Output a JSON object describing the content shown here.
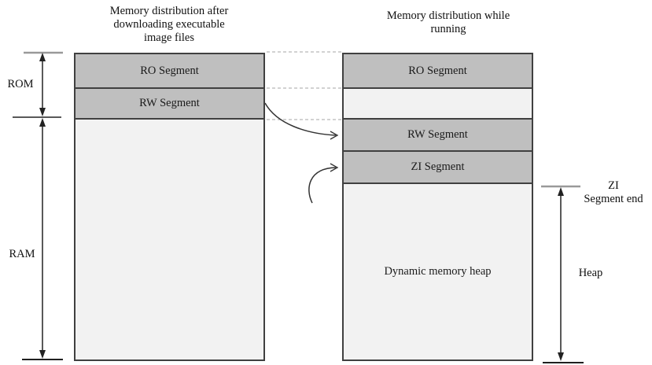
{
  "left_column": {
    "title_lines": [
      "Memory distribution after",
      "downloading executable",
      "image files"
    ],
    "segments": [
      {
        "label": "RO Segment"
      },
      {
        "label": "RW Segment"
      },
      {
        "label": ""
      }
    ]
  },
  "right_column": {
    "title_lines": [
      "Memory distribution while",
      "running"
    ],
    "segments": [
      {
        "label": "RO Segment"
      },
      {
        "label": ""
      },
      {
        "label": "RW Segment"
      },
      {
        "label": "ZI Segment"
      },
      {
        "label": "Dynamic memory heap"
      }
    ]
  },
  "side_labels": {
    "rom": "ROM",
    "ram": "RAM",
    "zi_end_line1": "ZI",
    "zi_end_line2": "Segment end",
    "heap": "Heap"
  },
  "colors": {
    "segment_fill_dark": "#bfbfbf",
    "segment_fill_light": "#f2f2f2",
    "segment_border": "#404040",
    "dashed_guide": "#b8b8b8",
    "arrow": "#222222",
    "tick_gray": "#999999",
    "tick_black": "#000000",
    "background": "#ffffff"
  }
}
